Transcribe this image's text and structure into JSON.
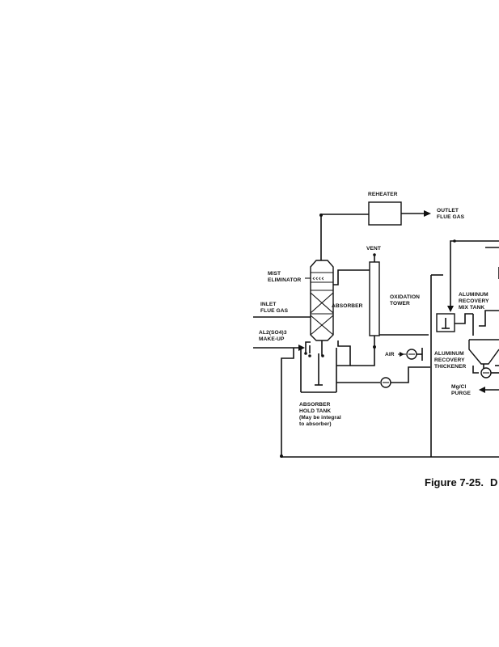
{
  "labels": {
    "reheater": "REHEATER",
    "outlet_flue_gas": [
      "OUTLET",
      "FLUE GAS"
    ],
    "vent": "VENT",
    "mist_eliminator": [
      "MIST",
      "ELIMINATOR"
    ],
    "inlet_flue_gas": [
      "INLET",
      "FLUE GAS"
    ],
    "absorber": "ABSORBER",
    "oxidation_tower": [
      "OXIDATION",
      "TOWER"
    ],
    "aluminum_recovery_mix_tank": [
      "ALUMINUM",
      "RECOVERY",
      "MIX TANK"
    ],
    "al2so43_makeup": [
      "AL2(SO4)3",
      "MAKE-UP"
    ],
    "air": "AIR",
    "aluminum_recovery_thickener": [
      "ALUMINUM",
      "RECOVERY",
      "THICKENER"
    ],
    "mgcl_purge": [
      "Mg/Cl",
      "PURGE"
    ],
    "absorber_hold_tank": [
      "ABSORBER",
      "HOLD TANK",
      "(May be integral",
      "to absorber)"
    ]
  },
  "caption": {
    "figure_number": "Figure 7-25.",
    "text": "D"
  }
}
